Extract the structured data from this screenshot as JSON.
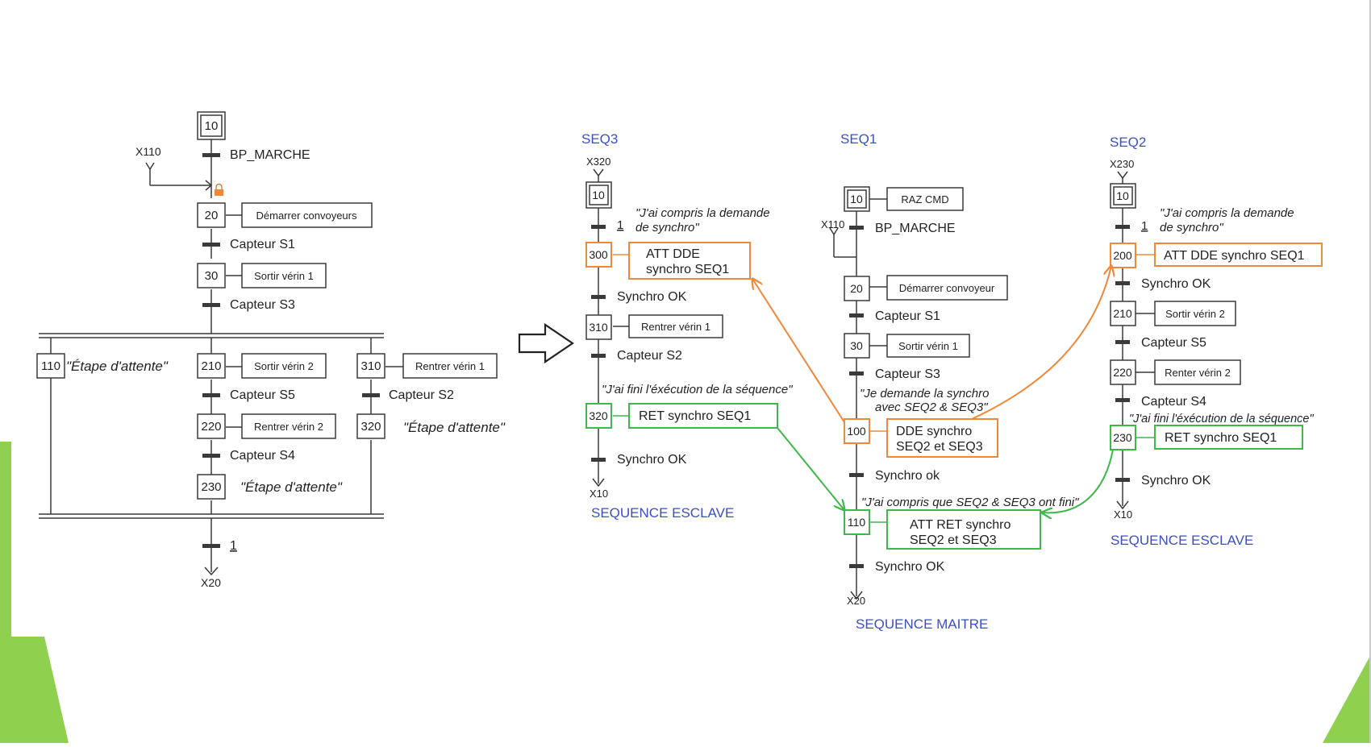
{
  "colors": {
    "line": "#3a3a3a",
    "orange": "#f0883a",
    "green": "#3fb84a",
    "blue": "#3b4fc4",
    "slide_green": "#8fd14f"
  },
  "left": {
    "steps": [
      "10",
      "20",
      "30",
      "110",
      "210",
      "310",
      "220",
      "320",
      "230"
    ],
    "actions": {
      "s20": "Démarrer convoyeurs",
      "s30": "Sortir vérin 1",
      "s210": "Sortir vérin 2",
      "s310": "Rentrer vérin 1",
      "s220": "Rentrer vérin 2"
    },
    "transitions": {
      "t1": "BP_MARCHE",
      "t2": "Capteur S1",
      "t3": "Capteur S3",
      "t4": "Capteur S5",
      "t5": "Capteur S2",
      "t6": "Capteur S4",
      "t7": "1"
    },
    "waits": {
      "w110": "\"Étape d'attente\"",
      "w320": "\"Étape d'attente\"",
      "w230": "\"Étape d'attente\""
    },
    "refs": {
      "top": "X110",
      "bottom": "X20"
    }
  },
  "seq3": {
    "title": "SEQ3",
    "ref_top": "X320",
    "ref_bottom": "X10",
    "steps": [
      "10",
      "300",
      "310",
      "320"
    ],
    "comment1": [
      "\"J'ai compris la demande",
      "de synchro\""
    ],
    "comment2": "\"J'ai fini l'éxécution de la séquence\"",
    "actions": {
      "s300": [
        "ATT DDE",
        "synchro SEQ1"
      ],
      "s310": "Rentrer vérin 1",
      "s320": "RET synchro SEQ1"
    },
    "transitions": {
      "t1": "1",
      "t2": "Synchro OK",
      "t3": "Capteur S2",
      "t4": "Synchro OK"
    },
    "label": "SEQUENCE ESCLAVE"
  },
  "seq1": {
    "title": "SEQ1",
    "ref_side": "X110",
    "ref_bottom": "X20",
    "steps": [
      "10",
      "20",
      "30",
      "100",
      "110"
    ],
    "comment1": [
      "\"Je demande la synchro",
      "avec SEQ2 & SEQ3\""
    ],
    "comment2": "\"J'ai compris que SEQ2 & SEQ3 ont fini\"",
    "actions": {
      "s10": "RAZ CMD",
      "s20": "Démarrer convoyeur",
      "s30": "Sortir vérin 1",
      "s100": [
        "DDE synchro",
        "SEQ2 et SEQ3"
      ],
      "s110": [
        "ATT RET synchro",
        "SEQ2 et SEQ3"
      ]
    },
    "transitions": {
      "t1": "BP_MARCHE",
      "t2": "Capteur S1",
      "t3": "Capteur S3",
      "t4": "Synchro ok",
      "t5": "Synchro OK"
    },
    "label": "SEQUENCE MAITRE"
  },
  "seq2": {
    "title": "SEQ2",
    "ref_top": "X230",
    "ref_bottom": "X10",
    "steps": [
      "10",
      "200",
      "210",
      "220",
      "230"
    ],
    "comment1": [
      "\"J'ai compris la demande",
      "de synchro\""
    ],
    "comment2": "\"J'ai fini l'éxécution de la séquence\"",
    "actions": {
      "s200": "ATT DDE synchro SEQ1",
      "s210": "Sortir vérin 2",
      "s220": "Renter vérin 2",
      "s230": "RET synchro SEQ1"
    },
    "transitions": {
      "t1": "1",
      "t2": "Synchro OK",
      "t3": "Capteur S5",
      "t4": "Capteur S4",
      "t5": "Synchro OK"
    },
    "label": "SEQUENCE ESCLAVE"
  }
}
